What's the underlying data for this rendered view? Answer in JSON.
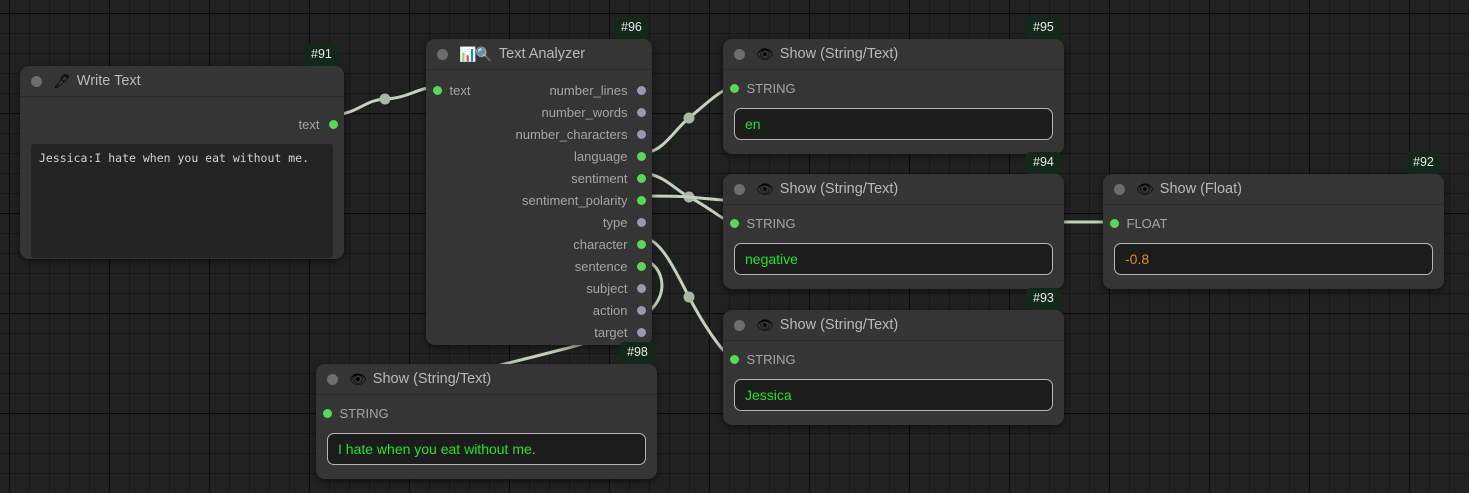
{
  "canvas": {
    "background": "#212121",
    "grid_color": "#1a1a1a",
    "wire_color": "#c3d1bd",
    "port_connected_color": "#57d957",
    "port_idle_color": "#9a9aae",
    "value_text_color": "#22e322",
    "float_text_color": "#e08c19",
    "badge_background": "#12281a"
  },
  "nodes": {
    "write_text": {
      "id_badge": "#91",
      "icon": "🖋",
      "icon_name": "fountain-pen-icon",
      "title": "Write Text",
      "outputs": [
        {
          "label": "text",
          "connected": true
        }
      ],
      "textarea_value": "Jessica:I hate when you eat without me."
    },
    "text_analyzer": {
      "id_badge": "#96",
      "icon": "📊🔍",
      "icon_name": "bar-chart-magnifier-icon",
      "title": "Text Analyzer",
      "inputs": [
        {
          "label": "text",
          "connected": true
        }
      ],
      "outputs": [
        {
          "label": "number_lines",
          "connected": false
        },
        {
          "label": "number_words",
          "connected": false
        },
        {
          "label": "number_characters",
          "connected": false
        },
        {
          "label": "language",
          "connected": true
        },
        {
          "label": "sentiment",
          "connected": true
        },
        {
          "label": "sentiment_polarity",
          "connected": true
        },
        {
          "label": "type",
          "connected": false
        },
        {
          "label": "character",
          "connected": true
        },
        {
          "label": "sentence",
          "connected": true
        },
        {
          "label": "subject",
          "connected": false
        },
        {
          "label": "action",
          "connected": false
        },
        {
          "label": "target",
          "connected": false
        }
      ]
    },
    "show_language": {
      "id_badge": "#95",
      "icon": "👁",
      "icon_name": "eye-icon",
      "title": "Show (String/Text)",
      "port_label": "STRING",
      "port_connected": true,
      "value": "en"
    },
    "show_sentiment": {
      "id_badge": "#94",
      "icon": "👁",
      "icon_name": "eye-icon",
      "title": "Show (String/Text)",
      "port_label": "STRING",
      "port_connected": true,
      "value": "negative"
    },
    "show_character": {
      "id_badge": "#93",
      "icon": "👁",
      "icon_name": "eye-icon",
      "title": "Show (String/Text)",
      "port_label": "STRING",
      "port_connected": true,
      "value": "Jessica"
    },
    "show_polarity": {
      "id_badge": "#92",
      "icon": "👁",
      "icon_name": "eye-icon",
      "title": "Show (Float)",
      "port_label": "FLOAT",
      "port_connected": true,
      "value": "-0.8"
    },
    "show_sentence": {
      "id_badge": "#98",
      "icon": "👁",
      "icon_name": "eye-icon",
      "title": "Show (String/Text)",
      "port_label": "STRING",
      "port_connected": true,
      "value": "I hate when you eat without me."
    }
  }
}
